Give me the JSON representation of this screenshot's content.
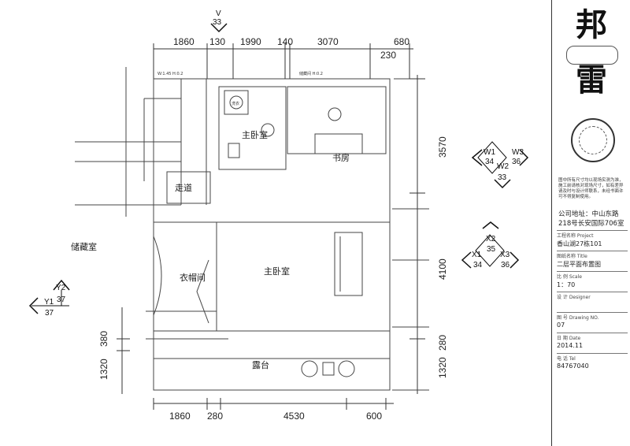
{
  "dimensions": {
    "top": [
      "1860",
      "130",
      "1990",
      "140",
      "3070",
      "680"
    ],
    "top_sub": "230",
    "bottom": [
      "1860",
      "280",
      "4530",
      "600"
    ],
    "right": [
      "3570",
      "4100",
      "280",
      "1320"
    ],
    "left": [
      "380",
      "1320"
    ]
  },
  "rooms": {
    "master_bedroom_upper": "主卧室",
    "study": "书房",
    "corridor": "走道",
    "storage": "储藏室",
    "walk_in_closet": "衣帽间",
    "master_bedroom_lower": "主卧室",
    "balcony": "露台",
    "bath_fixture": "洗衣"
  },
  "small_notes": {
    "note_left": "W:1.45 H:0.2",
    "note_center": "储藏间 H:0.2"
  },
  "markers": {
    "v": {
      "letter": "V",
      "num": "33"
    },
    "w_group": {
      "w1": "W1",
      "w1_num": "34",
      "w3": "W3",
      "w3_num": "36",
      "w2": "W2",
      "w2_num": "33"
    },
    "x_group": {
      "x2": "X2",
      "x2_num": "35",
      "x1": "X1",
      "x1_num": "34",
      "x3": "X3",
      "x3_num": "36"
    },
    "y_group": {
      "y2": "Y2",
      "y2_num": "37",
      "y1": "Y1",
      "y1_num": "37"
    }
  },
  "title_block": {
    "logo_chars": [
      "邦",
      "雷"
    ],
    "disclaimer": "图中所有尺寸均以现场实测为准，施工前请核对现场尺寸，如有差异请及时与设计师联系，未经书面许可不得复制使用。",
    "company_address_label": "公司地址：",
    "company_address": "中山东路218号长安国际706室",
    "project_label": "工程名称  Project",
    "project_value": "香山湖27栋101",
    "title_label": "图纸名称  Title",
    "title_value": "二层平面布置图",
    "scale_label": "比  例  Scale",
    "scale_value": "1：70",
    "designer_label": "设  计  Designer",
    "designer_value": "",
    "drawing_no_label": "图  号  Drawing NO.",
    "drawing_no_value": "07",
    "date_label": "日  期  Date",
    "date_value": "2014.11",
    "tel_label": "电  话  Tel",
    "tel_value": "84767040"
  }
}
